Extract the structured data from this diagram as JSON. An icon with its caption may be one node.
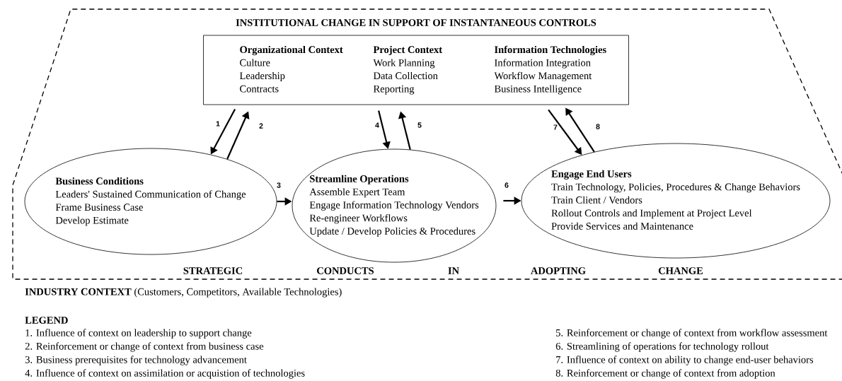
{
  "diagram": {
    "nodes": [
      {
        "text": [
          "INSTITUTIONAL CHANGE IN SUPPORT OF INSTANTANEOUS CONTROLS"
        ]
      },
      {
        "text": [
          "Organizational Context",
          "Culture",
          "Leadership",
          "Contracts",
          "Project Context",
          "Work Planning",
          "Data Collection",
          "Reporting",
          "Information Technologies",
          "Information Integration",
          "Workflow Management",
          "Business Intelligence"
        ],
        "in": 0
      },
      {
        "text": [
          "Business Conditions",
          "Leaders' Sustained Communication of Change",
          "Frame Business Case",
          "Develop Estimate"
        ],
        "in": 0
      },
      {
        "text": [
          "Streamline Operations",
          "Assemble Expert Team",
          "Engage Information Technology Vendors",
          "Re-engineer Workflows",
          "Update / Develop Policies & Procedures"
        ],
        "in": 0
      },
      {
        "text": [
          "Engage End Users",
          "Train Technology, Policies, Procedures & Change Behaviors",
          "Train Client / Vendors",
          "Rollout Controls and Implement at Project Level",
          "Provide Services and Maintenance"
        ],
        "in": 0
      }
    ],
    "edges": [
      {
        "from": 1,
        "to": 2,
        "arrow": "to",
        "label": "1"
      },
      {
        "from": 2,
        "to": 1,
        "arrow": "to",
        "label": "2"
      },
      {
        "from": 2,
        "to": 3,
        "arrow": "to",
        "label": "3"
      },
      {
        "from": 1,
        "to": 3,
        "arrow": "to",
        "label": "4"
      },
      {
        "from": 3,
        "to": 1,
        "arrow": "to",
        "label": "5"
      },
      {
        "from": 3,
        "to": 4,
        "arrow": "to",
        "label": "6"
      },
      {
        "from": 1,
        "to": 4,
        "arrow": "to",
        "label": "7"
      },
      {
        "from": 4,
        "to": 1,
        "arrow": "to",
        "label": "8"
      }
    ],
    "labels": [
      "STRATEGIC",
      "CONDUCTS",
      "IN",
      "ADOPTING",
      "CHANGE",
      "**INDUSTRY CONTEXT** (Customers, Competitors, Available Technologies)",
      "LEGEND"
    ],
    "legend": [
      {
        "text": "1. Influence of context on leadership to support change"
      },
      {
        "text": "2. Reinforcement or change of context from business case"
      },
      {
        "text": "3. Business prerequisites for technology advancement"
      },
      {
        "text": "4. Influence of context on assimilation or acquistion of technologies"
      },
      {
        "text": "5. Reinforcement or change of context from workflow assessment"
      },
      {
        "text": "6. Streamlining of operations for technology rollout"
      },
      {
        "text": "7. Influence of context on ability to change end-user behaviors"
      },
      {
        "text": "8. Reinforcement or change of context from adoption"
      }
    ]
  }
}
